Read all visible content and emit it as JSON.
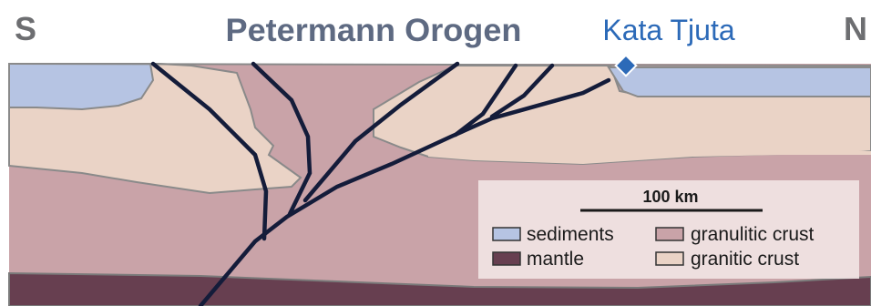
{
  "labels": {
    "south": "S",
    "north": "N",
    "orogen": "Petermann Orogen",
    "location": "Kata Tjuta"
  },
  "legend": {
    "scale": "100 km",
    "items": [
      {
        "label": "sediments",
        "color": "#b6c4e3"
      },
      {
        "label": "mantle",
        "color": "#673f50"
      },
      {
        "label": "granulitic crust",
        "color": "#c9a3a8"
      },
      {
        "label": "granitic crust",
        "color": "#ead3c6"
      }
    ]
  },
  "colors": {
    "location_marker": "#2c6ab8",
    "direction_letters": "#6d6e71",
    "title": "#5e6a82",
    "faults": "#141c3a",
    "outline": "#8a8a8a"
  }
}
